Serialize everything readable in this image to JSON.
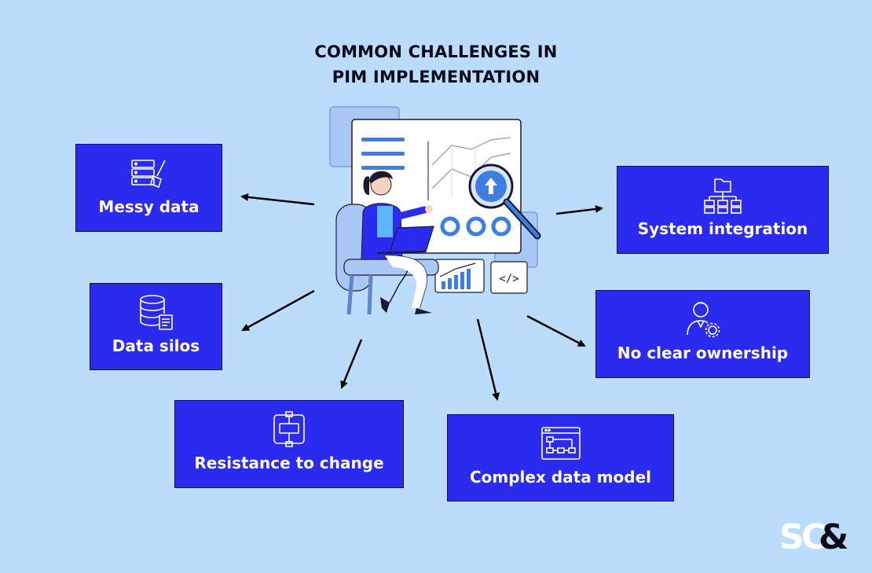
{
  "title": {
    "line1": "COMMON CHALLENGES IN",
    "line2": "PIM IMPLEMENTATION"
  },
  "nodes": {
    "messy_data": {
      "label": "Messy data",
      "icon": "server-broom-icon"
    },
    "data_silos": {
      "label": "Data silos",
      "icon": "database-document-icon"
    },
    "resistance": {
      "label": "Resistance to change",
      "icon": "process-flow-icon"
    },
    "complex_model": {
      "label": "Complex data model",
      "icon": "flowchart-window-icon"
    },
    "no_ownership": {
      "label": "No clear ownership",
      "icon": "person-gear-icon"
    },
    "system_integration": {
      "label": "System integration",
      "icon": "folder-hierarchy-icon"
    }
  },
  "center": {
    "illustration": "woman-analyst-dashboard-illustration"
  },
  "brand": {
    "logo": "SC&"
  },
  "colors": {
    "background": "#bcdcfc",
    "box_fill": "#2b2bef",
    "box_border": "#14143a",
    "text_dark": "#0a0a1a",
    "text_light": "#ffffff"
  }
}
